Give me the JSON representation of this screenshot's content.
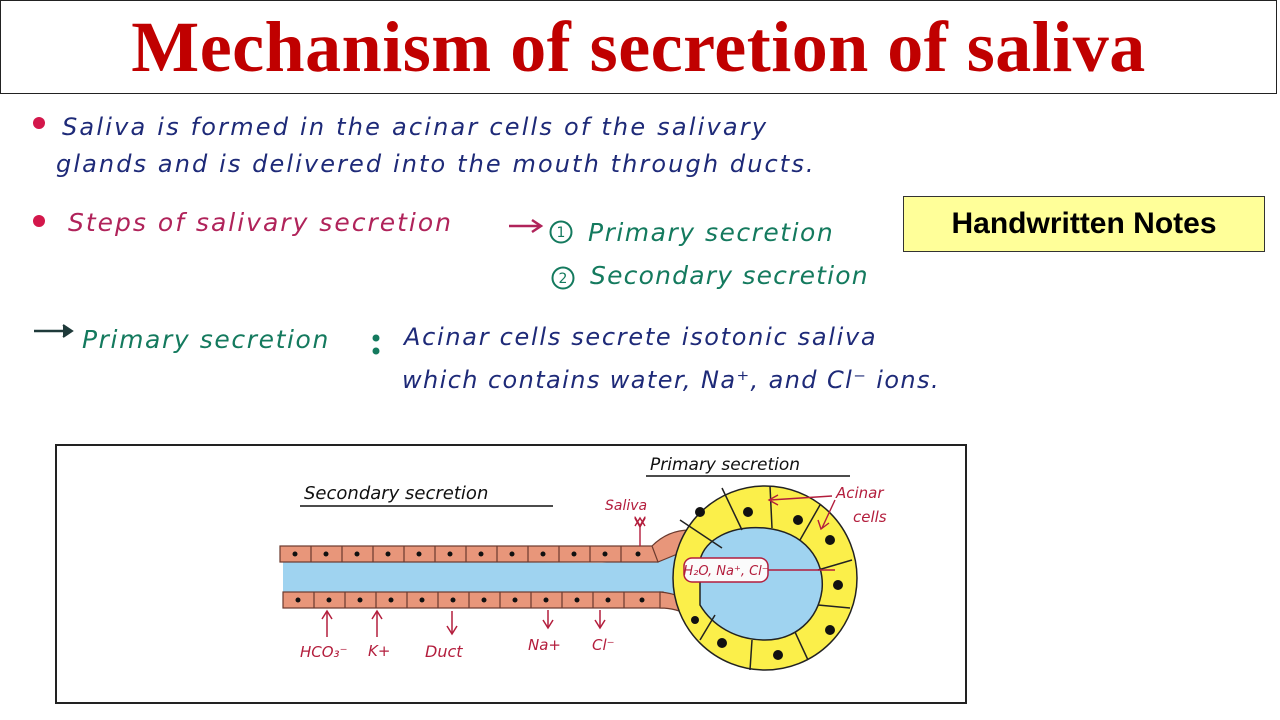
{
  "header": {
    "title": "Mechanism of secretion of saliva"
  },
  "badge": {
    "label": "Handwritten Notes"
  },
  "notes": {
    "point1_line1": "Saliva is formed in the acinar cells of the salivary",
    "point1_line2": "glands and is delivered into the mouth through ducts.",
    "steps_label": "Steps of salivary secretion",
    "step1_num": "1",
    "step1": "Primary secretion",
    "step2_num": "2",
    "step2": "Secondary secretion",
    "primary_label": "Primary secretion",
    "primary_line1": "Acinar cells secrete isotonic saliva",
    "primary_line2": "which contains water, Na⁺, and Cl⁻ ions."
  },
  "diagram": {
    "primary_title": "Primary secretion",
    "secondary_title": "Secondary secretion",
    "saliva": "Saliva",
    "acinar_1": "Acinar",
    "acinar_2": "cells",
    "lumen_ions": "H₂O, Na⁺, Cl⁻",
    "hco3": "HCO₃⁻",
    "k": "K+",
    "duct": "Duct",
    "na": "Na+",
    "cl": "Cl⁻"
  },
  "colors": {
    "title": "#c00000",
    "duct_cells": "#e8967a",
    "lumen": "#9fd3f0",
    "acinar": "#fbef4a",
    "badge": "#ffff99"
  }
}
